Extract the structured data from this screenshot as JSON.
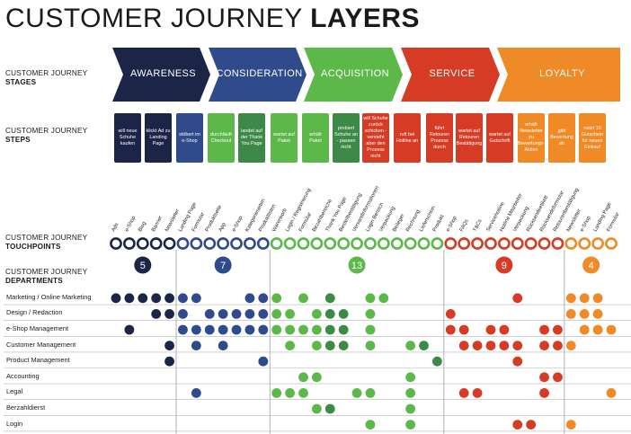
{
  "title": {
    "main": "CUSTOMER JOURNEY ",
    "bold": "LAYERS"
  },
  "sections": {
    "stages": {
      "line1": "CUSTOMER JOURNEY",
      "line2": "STAGES"
    },
    "steps": {
      "line1": "CUSTOMER JOURNEY",
      "line2": "STEPS"
    },
    "touchpoints": {
      "line1": "CUSTOMER JOURNEY",
      "line2": "TOUCHPOINTS"
    },
    "departments": {
      "line1": "CUSTOMER JOURNEY",
      "line2": "DEPARTMENTS"
    }
  },
  "colors": {
    "awareness": "#1c2547",
    "consideration": "#2f4b8c",
    "acquisition": "#5db84a",
    "acquisition_dark": "#3d8a48",
    "service": "#d63b26",
    "loyalty": "#ef8a26"
  },
  "stages": [
    {
      "label": "AWARENESS",
      "color": "#1c2547"
    },
    {
      "label": "CONSIDERATION",
      "color": "#2f4b8c"
    },
    {
      "label": "ACQUISITION",
      "color": "#5db84a"
    },
    {
      "label": "SERVICE",
      "color": "#d63b26"
    },
    {
      "label": "LOYALTY",
      "color": "#ef8a26"
    }
  ],
  "steps": [
    {
      "text": "will neue Schuhe kaufen",
      "color": "#1c2547"
    },
    {
      "text": "klickt Ad zu Landing Page",
      "color": "#1c2547"
    },
    {
      "text": "stöbert im e-Shop",
      "color": "#2f4b8c"
    },
    {
      "text": "durchläuft Checkout",
      "color": "#5db84a"
    },
    {
      "text": "landet auf der Thank You Page",
      "color": "#3d8a48"
    },
    {
      "text": "wartet auf Paket",
      "color": "#5db84a"
    },
    {
      "text": "erhält Paket",
      "color": "#5db84a"
    },
    {
      "text": "probiert Schuhe an - passen nicht",
      "color": "#3d8a48"
    },
    {
      "text": "will Schuhe zurück schicken - versteht aber den Prozess nicht",
      "color": "#d63b26"
    },
    {
      "text": "ruft bei Hotline an",
      "color": "#d63b26"
    },
    {
      "text": "führt Retouren Prozess durch",
      "color": "#d63b26"
    },
    {
      "text": "wartet auf Retouren Bestätigung",
      "color": "#d63b26"
    },
    {
      "text": "wartet auf Gutschrift",
      "color": "#d63b26"
    },
    {
      "text": "erhält Newsletter zu Bewertungs-Aktion",
      "color": "#ef8a26"
    },
    {
      "text": "gibt Bewertung ab",
      "color": "#ef8a26"
    },
    {
      "text": "nutzt 10 Gutschein für neuen Einkauf",
      "color": "#ef8a26"
    }
  ],
  "touchpoints": [
    {
      "label": "Ads",
      "stage": 0
    },
    {
      "label": "e-Shop",
      "stage": 0
    },
    {
      "label": "Blog",
      "stage": 0
    },
    {
      "label": "Banner",
      "stage": 0
    },
    {
      "label": "Newsletter",
      "stage": 0
    },
    {
      "label": "Landing Page",
      "stage": 1
    },
    {
      "label": "Formular",
      "stage": 1
    },
    {
      "label": "Produktseite",
      "stage": 1
    },
    {
      "label": "App",
      "stage": 1
    },
    {
      "label": "e-Shop",
      "stage": 1
    },
    {
      "label": "Kategorieseiten",
      "stage": 1
    },
    {
      "label": "Produktlisten",
      "stage": 1
    },
    {
      "label": "Warenkorb",
      "stage": 2
    },
    {
      "label": "Login / Registrierung",
      "stage": 2
    },
    {
      "label": "Formular",
      "stage": 2
    },
    {
      "label": "Bezahlbereiche",
      "stage": 2
    },
    {
      "label": "Thank You Page",
      "stage": 2
    },
    {
      "label": "Bestellbestätigung",
      "stage": 2
    },
    {
      "label": "Versandinformationen",
      "stage": 2
    },
    {
      "label": "Login Bereich",
      "stage": 2
    },
    {
      "label": "Verpackung",
      "stage": 2
    },
    {
      "label": "Beileger",
      "stage": 2
    },
    {
      "label": "Rechnung",
      "stage": 2
    },
    {
      "label": "Lieferschein",
      "stage": 2
    },
    {
      "label": "Produkt",
      "stage": 2
    },
    {
      "label": "e-Shop",
      "stage": 3
    },
    {
      "label": "FAQs",
      "stage": 3
    },
    {
      "label": "T&Cs",
      "stage": 3
    },
    {
      "label": "Servicehotline",
      "stage": 3
    },
    {
      "label": "Hotline Mitarbeiter",
      "stage": 3
    },
    {
      "label": "Verpackung",
      "stage": 3
    },
    {
      "label": "Rücksendeetikett",
      "stage": 3
    },
    {
      "label": "Rücksendeformular",
      "stage": 3
    },
    {
      "label": "Retourenbestätigung",
      "stage": 3
    },
    {
      "label": "Newsletter",
      "stage": 4
    },
    {
      "label": "e-Shop",
      "stage": 4
    },
    {
      "label": "Landing Page",
      "stage": 4
    },
    {
      "label": "Formular",
      "stage": 4
    }
  ],
  "counts": [
    {
      "value": "5",
      "color": "#1c2547"
    },
    {
      "value": "7",
      "color": "#2f4b8c"
    },
    {
      "value": "13",
      "color": "#5db84a"
    },
    {
      "value": "9",
      "color": "#d63b26"
    },
    {
      "value": "4",
      "color": "#ef8a26"
    }
  ],
  "departments": [
    {
      "name": "Marketing / Online Marketing",
      "dots": [
        {
          "i": 0,
          "s": 0
        },
        {
          "i": 1,
          "s": 0
        },
        {
          "i": 2,
          "s": 0
        },
        {
          "i": 3,
          "s": 0
        },
        {
          "i": 4,
          "s": 0
        },
        {
          "i": 5,
          "s": 1
        },
        {
          "i": 6,
          "s": 1
        },
        {
          "i": 10,
          "s": 1
        },
        {
          "i": 11,
          "s": 1
        },
        {
          "i": 12,
          "s": 2
        },
        {
          "i": 14,
          "s": 2
        },
        {
          "i": 16,
          "s": 5
        },
        {
          "i": 19,
          "s": 2
        },
        {
          "i": 20,
          "s": 2
        },
        {
          "i": 30,
          "s": 3
        },
        {
          "i": 34,
          "s": 4
        },
        {
          "i": 35,
          "s": 4
        },
        {
          "i": 36,
          "s": 4
        }
      ]
    },
    {
      "name": "Design / Redaction",
      "dots": [
        {
          "i": 3,
          "s": 0
        },
        {
          "i": 4,
          "s": 0
        },
        {
          "i": 5,
          "s": 1
        },
        {
          "i": 7,
          "s": 1
        },
        {
          "i": 8,
          "s": 1
        },
        {
          "i": 9,
          "s": 1
        },
        {
          "i": 10,
          "s": 1
        },
        {
          "i": 11,
          "s": 1
        },
        {
          "i": 12,
          "s": 2
        },
        {
          "i": 13,
          "s": 2
        },
        {
          "i": 15,
          "s": 2
        },
        {
          "i": 16,
          "s": 5
        },
        {
          "i": 17,
          "s": 5
        },
        {
          "i": 19,
          "s": 2
        },
        {
          "i": 25,
          "s": 3
        },
        {
          "i": 34,
          "s": 4
        },
        {
          "i": 35,
          "s": 4
        },
        {
          "i": 36,
          "s": 4
        }
      ]
    },
    {
      "name": "e-Shop Management",
      "dots": [
        {
          "i": 1,
          "s": 0
        },
        {
          "i": 5,
          "s": 1
        },
        {
          "i": 6,
          "s": 1
        },
        {
          "i": 7,
          "s": 1
        },
        {
          "i": 8,
          "s": 1
        },
        {
          "i": 9,
          "s": 1
        },
        {
          "i": 10,
          "s": 1
        },
        {
          "i": 11,
          "s": 1
        },
        {
          "i": 12,
          "s": 2
        },
        {
          "i": 13,
          "s": 2
        },
        {
          "i": 14,
          "s": 2
        },
        {
          "i": 15,
          "s": 2
        },
        {
          "i": 16,
          "s": 5
        },
        {
          "i": 17,
          "s": 5
        },
        {
          "i": 19,
          "s": 2
        },
        {
          "i": 25,
          "s": 3
        },
        {
          "i": 26,
          "s": 3
        },
        {
          "i": 28,
          "s": 3
        },
        {
          "i": 29,
          "s": 3
        },
        {
          "i": 32,
          "s": 3
        },
        {
          "i": 33,
          "s": 3
        },
        {
          "i": 35,
          "s": 4
        },
        {
          "i": 36,
          "s": 4
        },
        {
          "i": 37,
          "s": 4
        }
      ]
    },
    {
      "name": "Customer Management",
      "dots": [
        {
          "i": 4,
          "s": 0
        },
        {
          "i": 6,
          "s": 1
        },
        {
          "i": 8,
          "s": 1
        },
        {
          "i": 13,
          "s": 2
        },
        {
          "i": 15,
          "s": 2
        },
        {
          "i": 16,
          "s": 5
        },
        {
          "i": 17,
          "s": 5
        },
        {
          "i": 19,
          "s": 2
        },
        {
          "i": 22,
          "s": 2
        },
        {
          "i": 23,
          "s": 5
        },
        {
          "i": 26,
          "s": 3
        },
        {
          "i": 27,
          "s": 3
        },
        {
          "i": 28,
          "s": 3
        },
        {
          "i": 29,
          "s": 3
        },
        {
          "i": 30,
          "s": 3
        },
        {
          "i": 32,
          "s": 3
        },
        {
          "i": 33,
          "s": 3
        },
        {
          "i": 34,
          "s": 4
        }
      ]
    },
    {
      "name": "Product Management",
      "dots": [
        {
          "i": 4,
          "s": 0
        },
        {
          "i": 11,
          "s": 1
        },
        {
          "i": 24,
          "s": 5
        },
        {
          "i": 30,
          "s": 3
        }
      ]
    },
    {
      "name": "Accounting",
      "dots": [
        {
          "i": 14,
          "s": 2
        },
        {
          "i": 15,
          "s": 2
        },
        {
          "i": 22,
          "s": 2
        },
        {
          "i": 32,
          "s": 3
        },
        {
          "i": 33,
          "s": 3
        }
      ]
    },
    {
      "name": "Legal",
      "dots": [
        {
          "i": 6,
          "s": 1
        },
        {
          "i": 12,
          "s": 2
        },
        {
          "i": 13,
          "s": 2
        },
        {
          "i": 14,
          "s": 2
        },
        {
          "i": 18,
          "s": 2
        },
        {
          "i": 19,
          "s": 2
        },
        {
          "i": 22,
          "s": 2
        },
        {
          "i": 26,
          "s": 3
        },
        {
          "i": 27,
          "s": 3
        },
        {
          "i": 32,
          "s": 3
        },
        {
          "i": 37,
          "s": 4
        }
      ]
    },
    {
      "name": "Berzahldierst",
      "dots": [
        {
          "i": 15,
          "s": 2
        },
        {
          "i": 16,
          "s": 5
        },
        {
          "i": 22,
          "s": 2
        }
      ]
    },
    {
      "name": "Login",
      "dots": [
        {
          "i": 19,
          "s": 2
        },
        {
          "i": 22,
          "s": 2
        },
        {
          "i": 30,
          "s": 3
        },
        {
          "i": 31,
          "s": 3
        },
        {
          "i": 34,
          "s": 4
        }
      ]
    }
  ]
}
